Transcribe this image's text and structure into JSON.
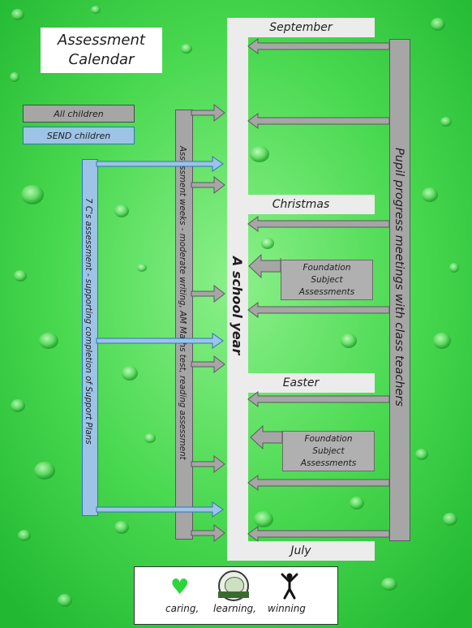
{
  "title": {
    "line1": "Assessment",
    "line2": "Calendar"
  },
  "legend": {
    "all": "All children",
    "send": "SEND children"
  },
  "terms": {
    "september": "September",
    "christmas": "Christmas",
    "easter": "Easter",
    "july": "July"
  },
  "year_label": "A school year",
  "pupil_progress_label": "Pupil progress meetings with class teachers",
  "assessment_weeks_label": "Assessment weeks - moderate writing, AM Maths test, reading assessment",
  "seven_cs_label": "7 C's assessment - supporting completion of Support Plans",
  "foundation_1": {
    "line1": "Foundation",
    "line2": "Subject",
    "line3": "Assessments"
  },
  "foundation_2": {
    "line1": "Foundation",
    "line2": "Subject",
    "line3": "Assessments"
  },
  "motto": {
    "caring": "caring,",
    "learning": "learning,",
    "winning": "winning"
  },
  "icons": {
    "heart": "heart-icon",
    "crest": "school-crest-icon",
    "figure": "jumping-figure-icon"
  },
  "colors": {
    "background": "#3fd04c",
    "grey_bar": "#a6a6a6",
    "blue_bar": "#9dc3e6",
    "band": "#ececec"
  }
}
